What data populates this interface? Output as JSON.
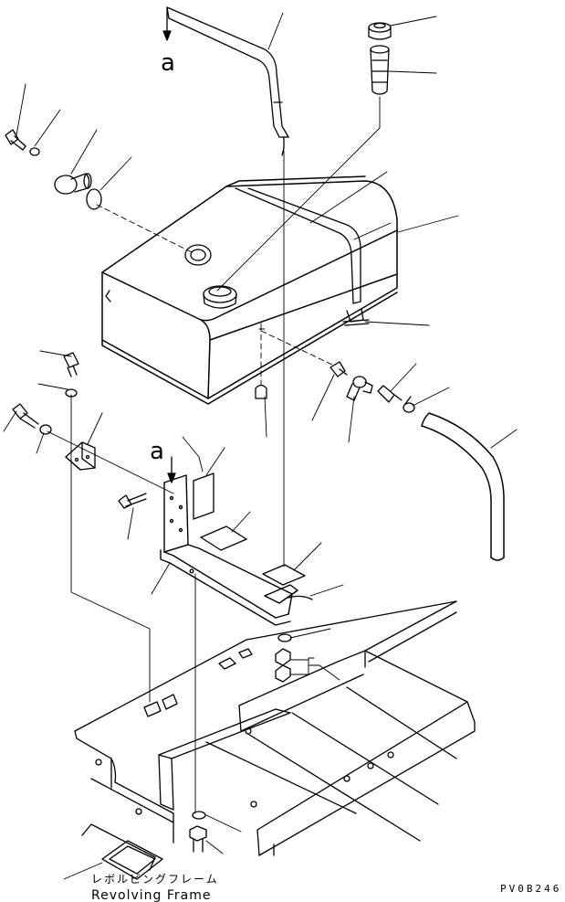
{
  "view_marker_top": "a",
  "view_marker_bracket": "a",
  "frame_label_jp": "レボルビングフレーム",
  "frame_label_en": "Revolving Frame",
  "drawing_code": "PV0B246",
  "colors": {
    "line": "#000000",
    "background": "#ffffff"
  }
}
